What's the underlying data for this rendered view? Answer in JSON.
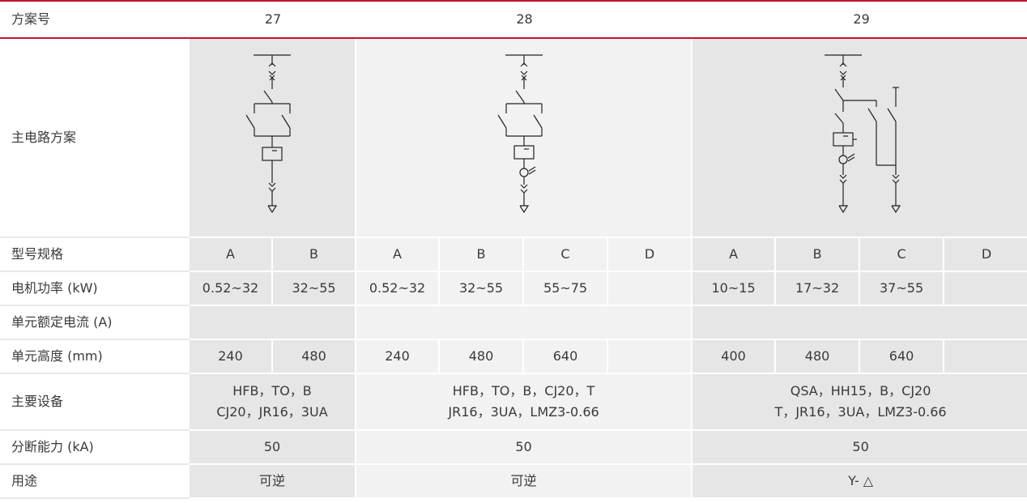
{
  "header": {
    "label": "方案号",
    "schemes": [
      "27",
      "28",
      "29"
    ]
  },
  "rows": {
    "main_circuit": {
      "label": "主电路方案"
    },
    "model": {
      "label": "型号规格",
      "s27": [
        "A",
        "B"
      ],
      "s28": [
        "A",
        "B",
        "C",
        "D"
      ],
      "s29": [
        "A",
        "B",
        "C",
        "D"
      ]
    },
    "motor_power": {
      "label": "电机功率 (kW)",
      "s27": [
        "0.52~32",
        "32~55"
      ],
      "s28": [
        "0.52~32",
        "32~55",
        "55~75",
        ""
      ],
      "s29": [
        "10~15",
        "17~32",
        "37~55",
        ""
      ]
    },
    "rated_current": {
      "label": "单元额定电流 (A)"
    },
    "unit_height": {
      "label": "单元高度 (mm)",
      "s27": [
        "240",
        "480"
      ],
      "s28": [
        "240",
        "480",
        "640",
        ""
      ],
      "s29": [
        "400",
        "480",
        "640",
        ""
      ]
    },
    "main_equipment": {
      "label": "主要设备",
      "s27": [
        "HFB，TO，B",
        "CJ20，JR16，3UA"
      ],
      "s28": [
        "HFB，TO，B，CJ20，T",
        "JR16，3UA，LMZ3-0.66"
      ],
      "s29": [
        "QSA，HH15，B，CJ20",
        "T，JR16，3UA，LMZ3-0.66"
      ]
    },
    "breaking_capacity": {
      "label": "分断能力 (kA)",
      "s27": "50",
      "s28": "50",
      "s29": "50"
    },
    "usage": {
      "label": "用途",
      "s27": "可逆",
      "s28": "可逆",
      "s29": "Y- △"
    }
  },
  "colors": {
    "accent_rule": "#c8102e",
    "cell_dark": "#e6e6e6",
    "cell_light": "#f2f2f2"
  }
}
